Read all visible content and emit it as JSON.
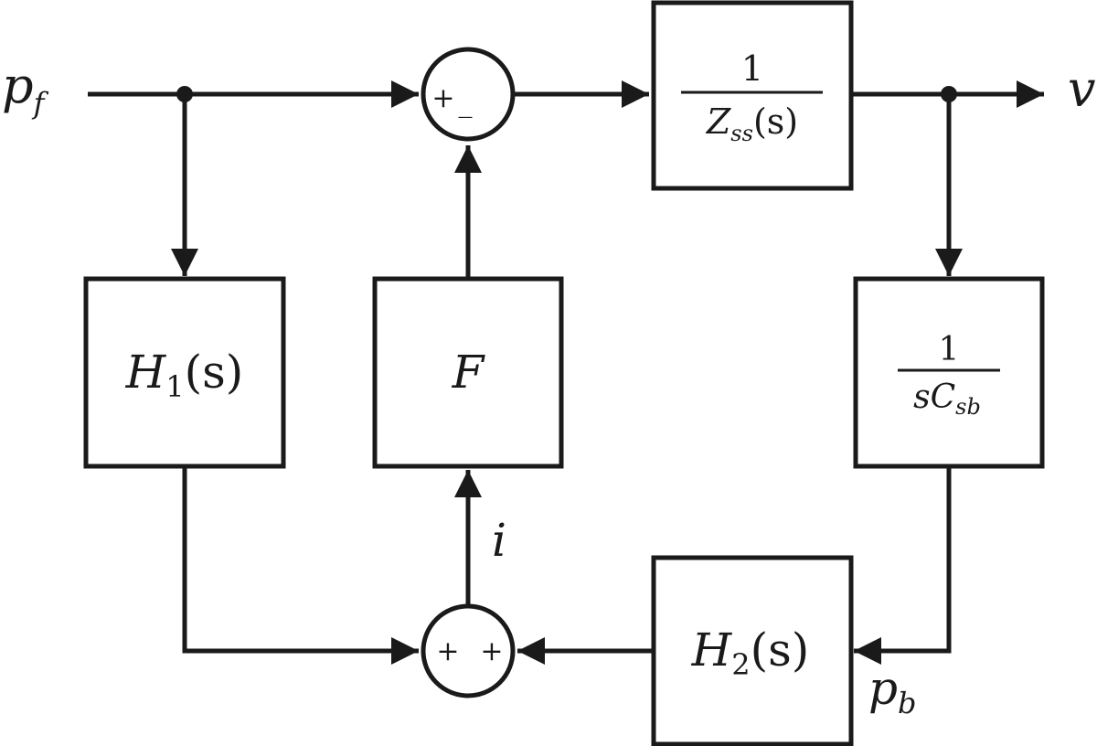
{
  "signals": {
    "input": {
      "base": "p",
      "sub": "f"
    },
    "output": "v",
    "current": "i",
    "back_pressure": {
      "base": "p",
      "sub": "b"
    }
  },
  "blocks": {
    "impedance": {
      "numerator": "1",
      "den_base": "Z",
      "den_sub": "ss",
      "den_arg": "(s)"
    },
    "compliance": {
      "numerator": "1",
      "den_pre": "s",
      "den_base": "C",
      "den_sub": "sb"
    },
    "h1": {
      "base": "H",
      "sub": "1",
      "arg": "(s)"
    },
    "h2": {
      "base": "H",
      "sub": "2",
      "arg": "(s)"
    },
    "f": {
      "label": "F"
    }
  },
  "junctions": {
    "top": {
      "plus": "+",
      "minus": "_"
    },
    "bottom": {
      "left": "+",
      "right": "+"
    }
  }
}
